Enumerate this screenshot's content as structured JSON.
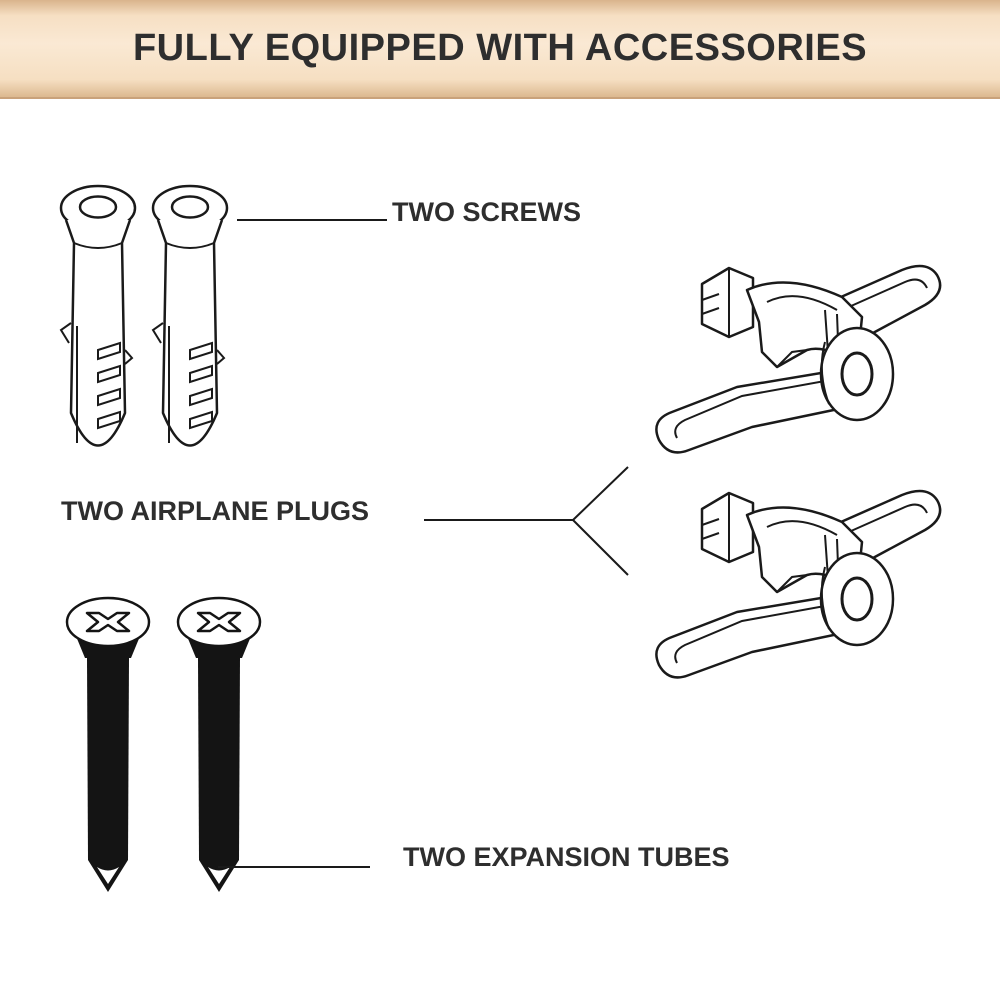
{
  "header": {
    "title": "FULLY EQUIPPED WITH ACCESSORIES",
    "background_color": "#f8e3c9",
    "border_color": "#c9a27b"
  },
  "labels": {
    "screws": "TWO SCREWS",
    "airplane_plugs": "TWO AIRPLANE PLUGS",
    "expansion_tubes": "TWO EXPANSION TUBES"
  },
  "parts": {
    "wall_anchors": {
      "count": 2,
      "icon": "wall-anchor-icon"
    },
    "airplane_plugs": {
      "count": 2,
      "icon": "airplane-plug-icon"
    },
    "screws": {
      "count": 2,
      "icon": "phillips-screw-icon"
    }
  },
  "colors": {
    "text": "#2e2e2e",
    "line": "#1a1a1a",
    "screw_fill": "#141414",
    "background": "#ffffff"
  }
}
